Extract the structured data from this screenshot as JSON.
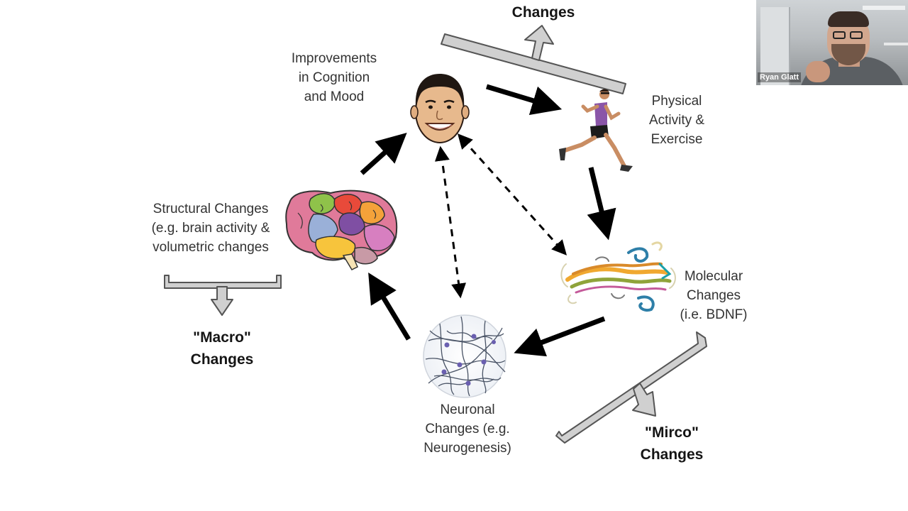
{
  "labels": {
    "cognition": "Improvements\nin Cognition\nand Mood",
    "physical": "Physical\nActivity &\nExercise",
    "structural": "Structural Changes\n(e.g. brain activity &\nvolumetric changes",
    "molecular": "Molecular\nChanges\n(i.e. BDNF)",
    "neuronal": "Neuronal\nChanges (e.g.\nNeurogenesis)"
  },
  "headings": {
    "top": "Changes",
    "macro": "\"Macro\"\nChanges",
    "micro": "\"Mirco\"\nChanges"
  },
  "webcam": {
    "participant_name": "Ryan Glatt"
  },
  "colors": {
    "arrow": "#000000",
    "bracket_fill": "#d0d0d0",
    "bracket_stroke": "#555555",
    "brain_lobes": [
      "#e07a9a",
      "#8fc24a",
      "#e84a3a",
      "#f4a23a",
      "#7f4fa3",
      "#f7c43c",
      "#9ab0d8",
      "#d77fc0"
    ]
  }
}
